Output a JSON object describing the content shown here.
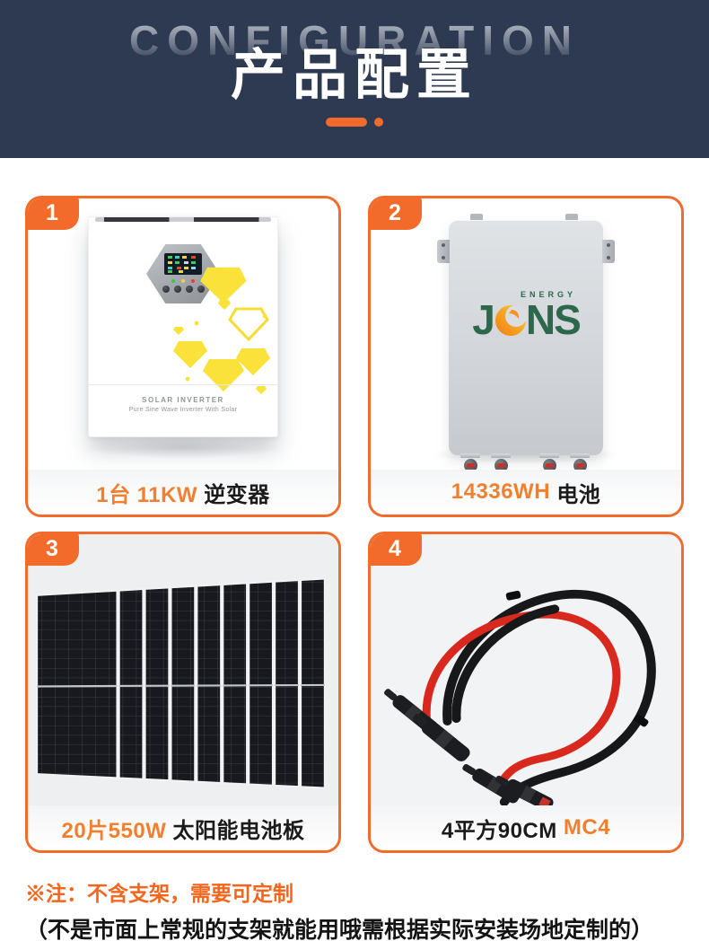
{
  "palette": {
    "accent": "#f26b2b",
    "caption_accent": "#f0802f",
    "caption_dark": "#1b1b1b",
    "header_bg": "#2e3a52",
    "note_orange": "#f5661c",
    "title_en_gray": "#9aa3b1",
    "panel_dark": "#17191e",
    "battery_green": "#2e684c",
    "cable_red": "#d9291f",
    "cable_black": "#17181a",
    "gem_yellow": "#fae23b"
  },
  "header": {
    "title_en": "CONFIGURATION",
    "title_zh": "产品配置"
  },
  "cards": [
    {
      "number": "1",
      "caption": [
        {
          "text": "1台 11KW"
        },
        {
          "text": " 逆变器"
        }
      ],
      "inverter": {
        "line1": "SOLAR INVERTER",
        "line2": "Pure Sine Wave Inverter With Solar"
      }
    },
    {
      "number": "2",
      "caption": [
        {
          "text": "14336WH"
        },
        {
          "text": " 电池"
        }
      ],
      "battery": {
        "logo_j": "J",
        "logo_ns": "NS",
        "logo_energy": "ENERGY"
      }
    },
    {
      "number": "3",
      "caption": [
        {
          "text": "20片550W"
        },
        {
          "text": " 太阳能电池板"
        }
      ],
      "panel_count": 9
    },
    {
      "number": "4",
      "caption": [
        {
          "text": "4平方90CM"
        },
        {
          "text": " MC4"
        }
      ]
    }
  ],
  "note": {
    "line1": "※注：不含支架，需要可定制",
    "line2": "（不是市面上常规的支架就能用哦需根据实际安装场地定制的）"
  }
}
